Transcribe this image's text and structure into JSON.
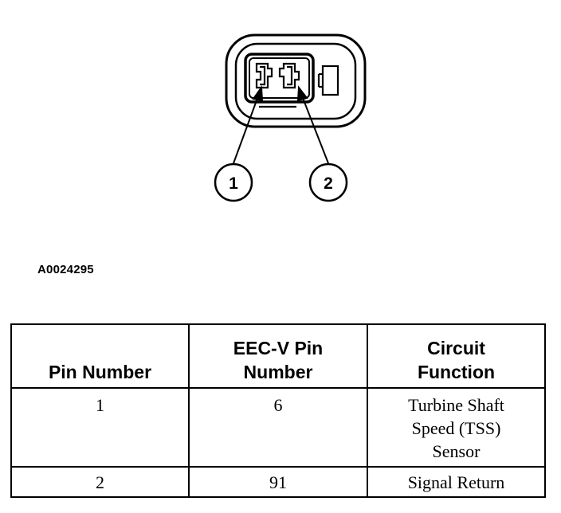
{
  "diagram": {
    "callouts": [
      {
        "label": "1"
      },
      {
        "label": "2"
      }
    ],
    "figure_id": "A0024295"
  },
  "table": {
    "headers": {
      "pin_number": "Pin Number",
      "eec_pin": "EEC-V Pin\nNumber",
      "circuit_function": "Circuit\nFunction"
    },
    "rows": [
      {
        "pin_number": "1",
        "eec_pin": "6",
        "circuit_function": "Turbine Shaft\nSpeed (TSS)\nSensor"
      },
      {
        "pin_number": "2",
        "eec_pin": "91",
        "circuit_function": "Signal Return"
      }
    ]
  }
}
